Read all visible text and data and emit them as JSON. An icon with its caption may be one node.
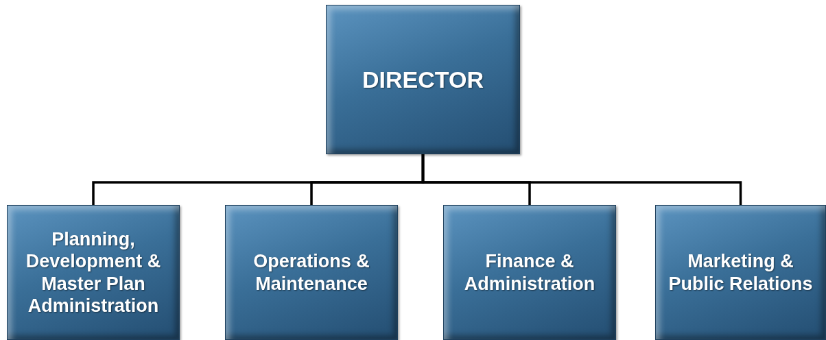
{
  "diagram": {
    "nodes": [
      {
        "text": [
          "DIRECTOR"
        ]
      },
      {
        "text": [
          "Planning, Development & Master Plan Administration"
        ]
      },
      {
        "text": [
          "Operations & Maintenance"
        ]
      },
      {
        "text": [
          "Finance & Administration"
        ]
      },
      {
        "text": [
          "Marketing & Public Relations"
        ]
      }
    ],
    "edges": [
      {
        "from": 0,
        "to": 1,
        "arrow": "none"
      },
      {
        "from": 0,
        "to": 2,
        "arrow": "none"
      },
      {
        "from": 0,
        "to": 3,
        "arrow": "none"
      },
      {
        "from": 0,
        "to": 4,
        "arrow": "none"
      }
    ]
  }
}
